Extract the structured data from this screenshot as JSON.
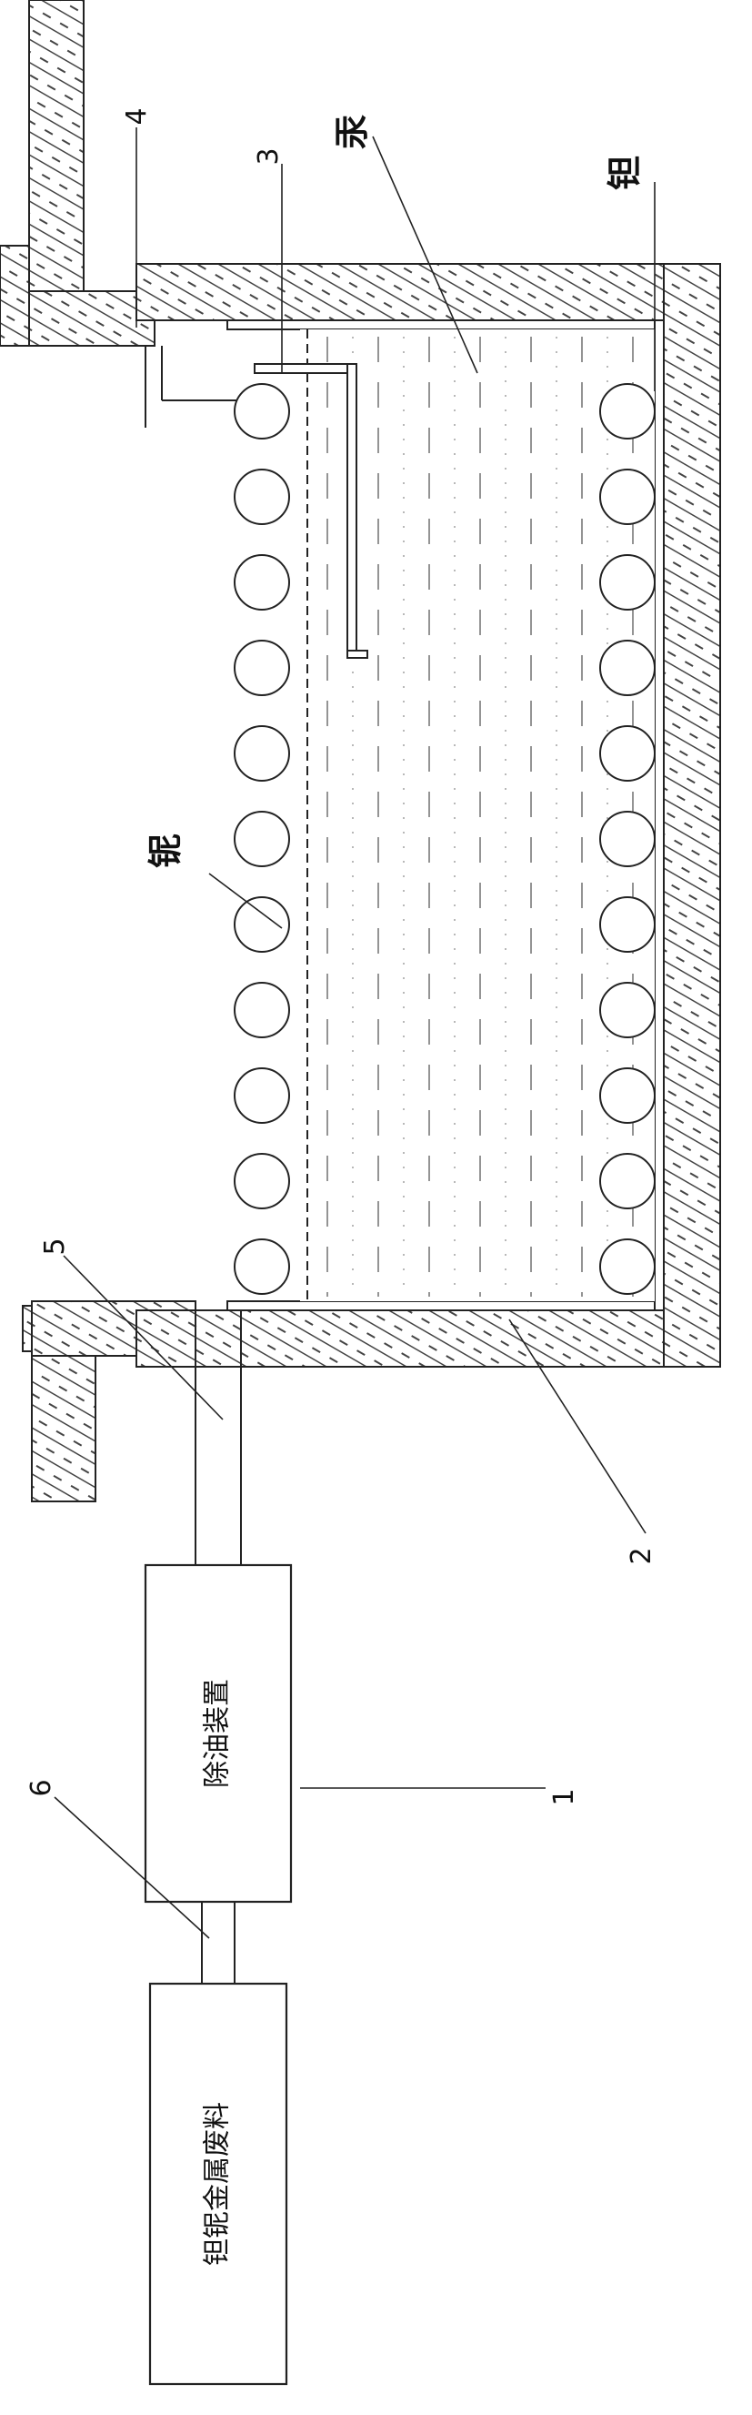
{
  "labels": {
    "ref_1": "1",
    "ref_2": "2",
    "ref_3": "3",
    "ref_4": "4",
    "ref_5": "5",
    "ref_6": "6",
    "mercury": "汞",
    "tantalum": "钽",
    "niobium": "铌"
  },
  "boxes": {
    "degreasing": "除油装置",
    "scrap": "钽铌金属废料"
  },
  "colors": {
    "line": "#222222",
    "background": "#ffffff",
    "dash": "#666666",
    "dot": "#8a8a8a"
  },
  "rods": {
    "count_per_row": 11,
    "rows": 2,
    "visible_rods": 22
  }
}
